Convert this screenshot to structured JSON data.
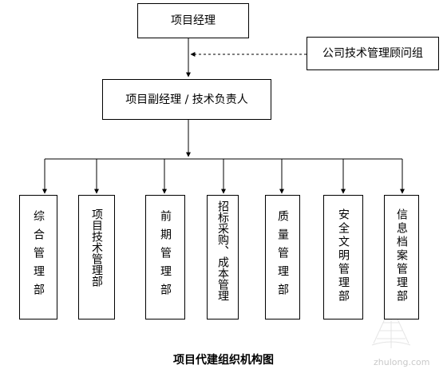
{
  "nodes": {
    "manager": "项目经理",
    "advisor": "公司技术管理顾问组",
    "deputy": "项目副经理 / 技术负责人"
  },
  "departments": [
    "综合管理部",
    "项目技术管理部",
    "前期管理部",
    "招标采购、成本管理",
    "质量管理部",
    "安全文明管理部",
    "信息档案管理部"
  ],
  "caption": "项目代建组织机构图",
  "watermark": {
    "text": "zhulong.com",
    "logo": "zhulong-logo"
  },
  "colors": {
    "line": "#000000",
    "background": "#ffffff",
    "watermark": "#c9c9c9"
  }
}
